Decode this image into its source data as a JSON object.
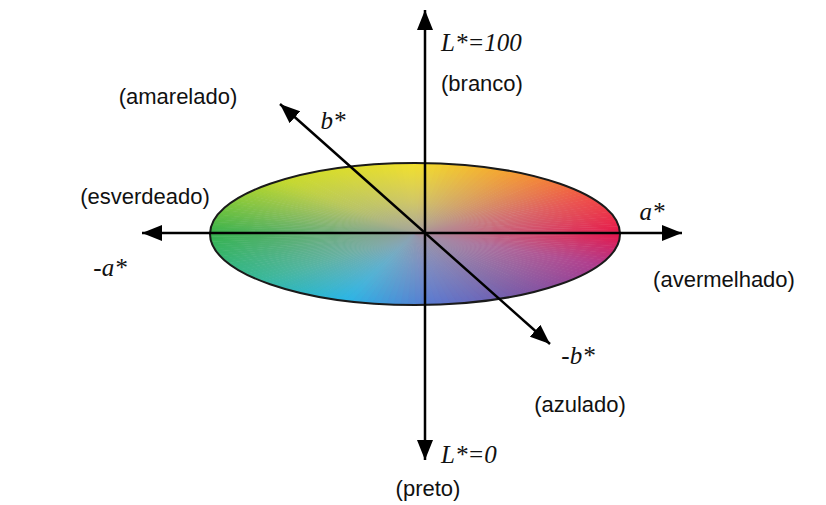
{
  "diagram": {
    "labels": [
      "(amarelado)",
      "L*=100",
      "(branco)",
      "b*",
      "(esverdeado)",
      "a*",
      "-a*",
      "(avermelhado)",
      "-b*",
      "(azulado)",
      "L*=0",
      "(preto)"
    ]
  }
}
